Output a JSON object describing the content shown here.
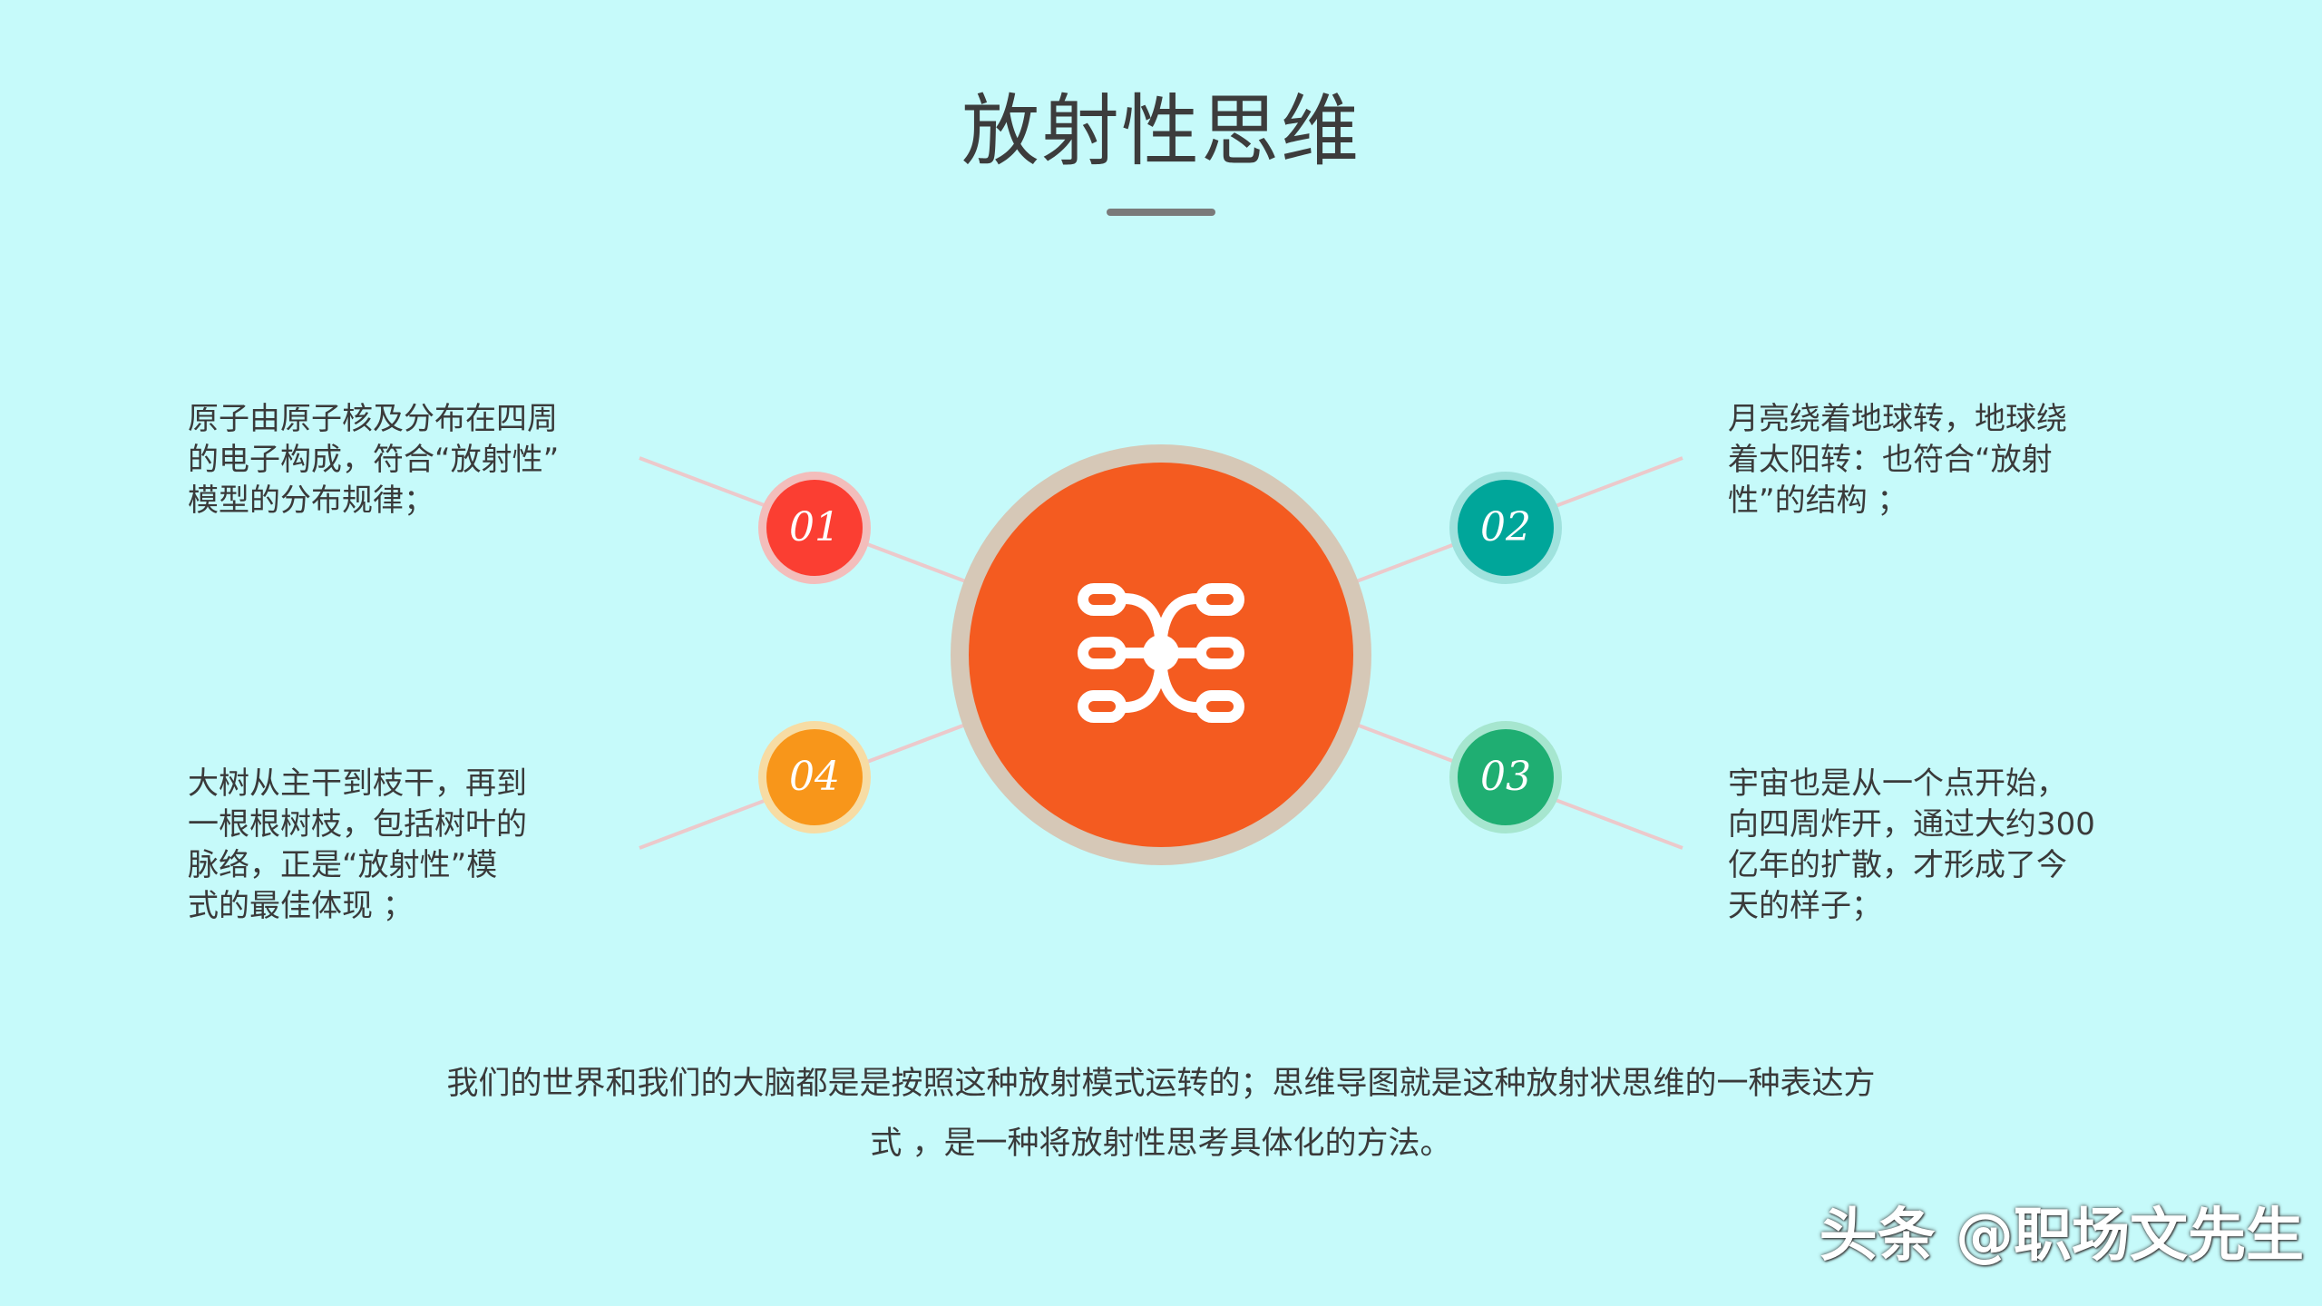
{
  "title": "放射性思维",
  "center": {
    "icon": "mind-map-icon"
  },
  "items": [
    {
      "number": "01",
      "color": "#fb3e32",
      "text": "原子由原子核及分布在四周\n的电子构成，符合“放射性”\n模型的分布规律；"
    },
    {
      "number": "02",
      "color": "#00a69a",
      "text": "月亮绕着地球转，地球绕\n着太阳转：也符合“放射\n性”的结构  ；"
    },
    {
      "number": "03",
      "color": "#1fae72",
      "text": "宇宙也是从一个点开始，\n向四周炸开，通过大约300\n亿年的扩散，才形成了今\n天的样子；"
    },
    {
      "number": "04",
      "color": "#f8961a",
      "text": "大树从主干到枝干，再到\n一根根树枝，包括树叶的\n脉络，正是“放射性”模\n式的最佳体现  ；"
    }
  ],
  "summary": "我们的世界和我们的大脑都是是按照这种放射模式运转的；思维导图就是这种放射状思维的一种表达方\n式  ，是一种将放射性思考具体化的方法。",
  "watermark": "头条 @职场文先生",
  "colors": {
    "background": "#c6fafa",
    "center": "#f45b20",
    "center_ring": "#d6c8b7"
  }
}
